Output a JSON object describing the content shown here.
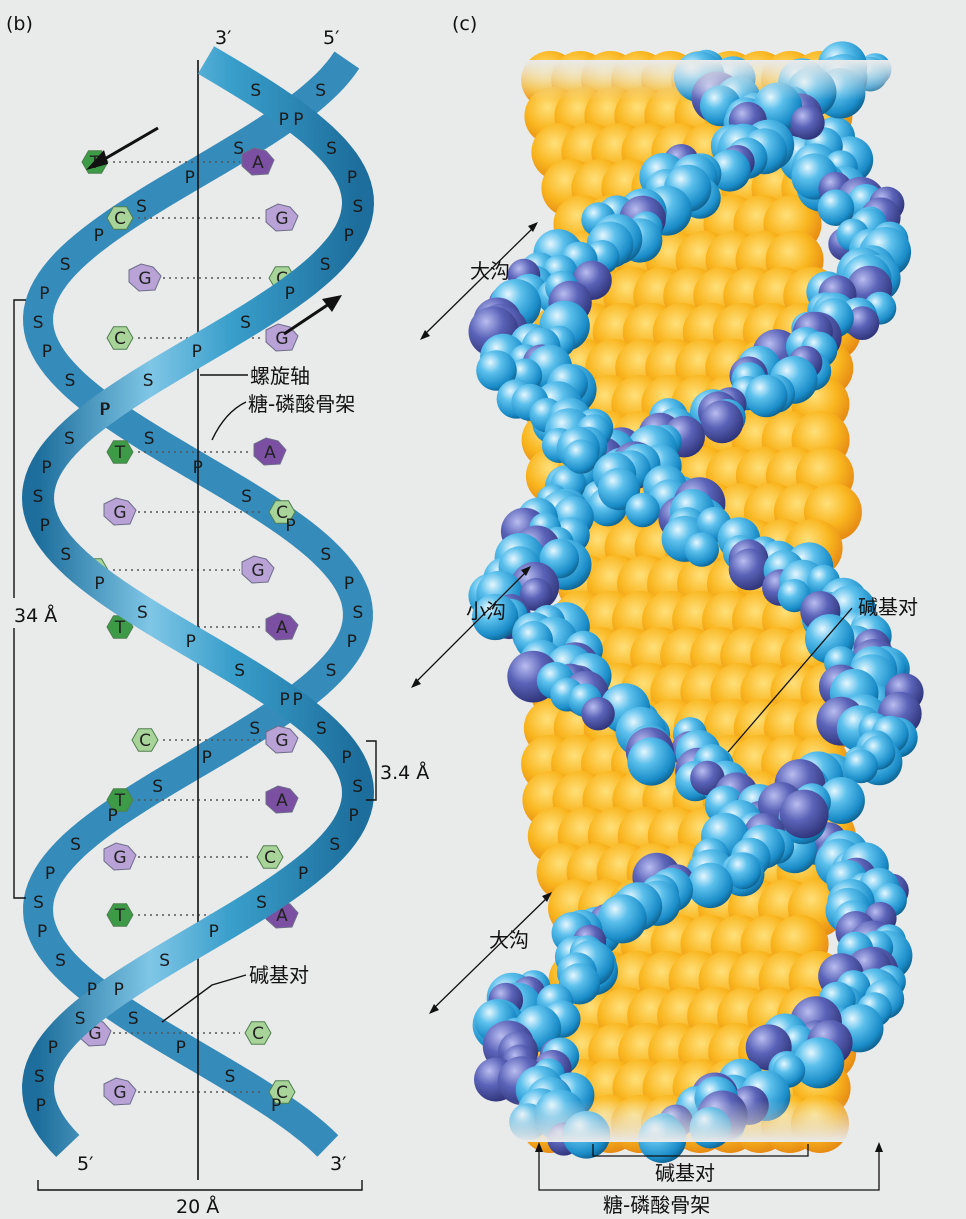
{
  "panel_b": {
    "panel_label": "(b)",
    "top_left_end": "3′",
    "top_right_end": "5′",
    "bottom_left_end": "5′",
    "bottom_right_end": "3′",
    "axis_label": "螺旋轴",
    "backbone_label": "糖-磷酸骨架",
    "base_pair_label": "碱基对",
    "turn_length": "34 Å",
    "rise_per_base": "3.4 Å",
    "width": "20 Å",
    "phosphate_letter": "P",
    "sugar_letter": "S",
    "base_pairs": [
      {
        "left": "T",
        "right": "A"
      },
      {
        "left": "C",
        "right": "G"
      },
      {
        "left": "G",
        "right": "C"
      },
      {
        "left": "C",
        "right": "G"
      },
      {
        "left": "T",
        "right": "A"
      },
      {
        "left": "G",
        "right": "C"
      },
      {
        "left": "C",
        "right": "G"
      },
      {
        "left": "T",
        "right": "A"
      },
      {
        "left": "C",
        "right": "G"
      },
      {
        "left": "T",
        "right": "A"
      },
      {
        "left": "G",
        "right": "C"
      },
      {
        "left": "T",
        "right": "A"
      },
      {
        "left": "G",
        "right": "C"
      },
      {
        "left": "G",
        "right": "C"
      }
    ]
  },
  "panel_c": {
    "panel_label": "(c)",
    "major_groove_top": "大沟",
    "minor_groove": "小沟",
    "major_groove_bottom": "大沟",
    "base_pair_label": "碱基对",
    "bottom_base_pair_label": "碱基对",
    "bottom_backbone_label": "糖-磷酸骨架"
  },
  "colors": {
    "ribbon": "#3a9fcb",
    "ribbon_light": "#9fd6ee",
    "ribbon_dark": "#1d6e9c",
    "adenine": "#7b4fa1",
    "guanine": "#b9a3d6",
    "thymine": "#3d9a47",
    "cytosine": "#a8d49a",
    "atom_blue": "#1d9bd6",
    "atom_purple": "#4a4fa3",
    "base_orange": "#f6a91b",
    "background": "#e9eaea"
  }
}
